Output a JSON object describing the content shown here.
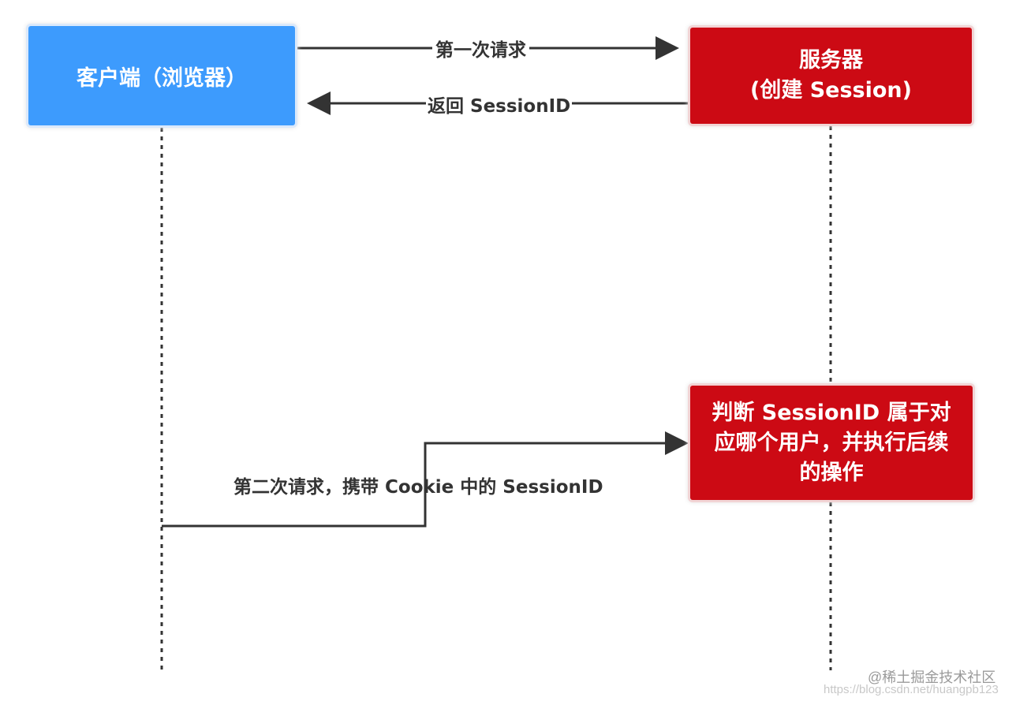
{
  "participants": {
    "client": {
      "label": "客户端（浏览器）",
      "color": "#3d9bfd"
    },
    "server": {
      "line1": "服务器",
      "line2": "(创建 Session)",
      "color": "#cc0a14"
    }
  },
  "messages": {
    "first_request": "第一次请求",
    "return_session_id": "返回 SessionID",
    "second_request": "第二次请求，携带 Cookie 中的 SessionID"
  },
  "judge": {
    "text": "判断 SessionID 属于对应哪个用户，并执行后续的操作",
    "color": "#cc0a14"
  },
  "watermark": {
    "brand": "@稀土掘金技术社区",
    "url": "https://blog.csdn.net/huangpb123"
  }
}
